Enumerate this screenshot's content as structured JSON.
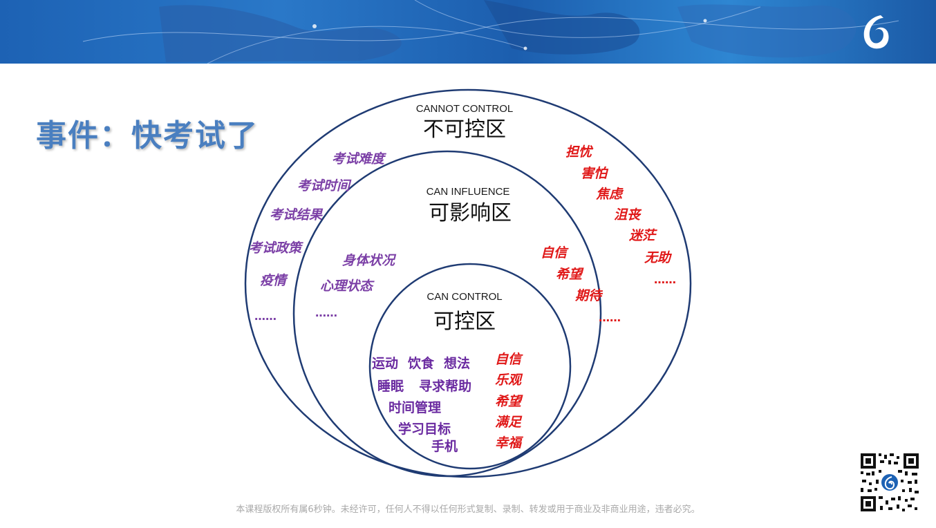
{
  "slide": {
    "title": "事件：快考试了",
    "footer": "本课程版权所有属6秒钟。未经许可，任何人不得以任何形式复制、录制、转发或用于商业及非商业用途，违者必究。"
  },
  "colors": {
    "banner": "#1d62b4",
    "title": "#4a7fc0",
    "circle_stroke": "#1f3b73",
    "purple": "#7b3fa6",
    "red": "#e01818"
  },
  "zones": {
    "outer": {
      "en": "CANNOT CONTROL",
      "cn": "不可控区",
      "left_items": [
        "考试难度",
        "考试时间",
        "考试结果",
        "考试政策",
        "疫情",
        "……"
      ],
      "right_items": [
        "担忧",
        "害怕",
        "焦虑",
        "沮丧",
        "迷茫",
        "无助",
        "……"
      ]
    },
    "middle": {
      "en": "CAN INFLUENCE",
      "cn": "可影响区",
      "left_items": [
        "身体状况",
        "心理状态",
        "……"
      ],
      "right_items": [
        "自信",
        "希望",
        "期待",
        "……"
      ]
    },
    "inner": {
      "en": "CAN CONTROL",
      "cn": "可控区",
      "left_items": [
        "运动",
        "饮食",
        "想法",
        "睡眠",
        "寻求帮助",
        "时间管理",
        "学习目标",
        "手机"
      ],
      "right_items": [
        "自信",
        "乐观",
        "希望",
        "满足",
        "幸福"
      ]
    }
  },
  "icons": {
    "logo": "brand-logo-icon",
    "qr": "qr-code-icon"
  }
}
